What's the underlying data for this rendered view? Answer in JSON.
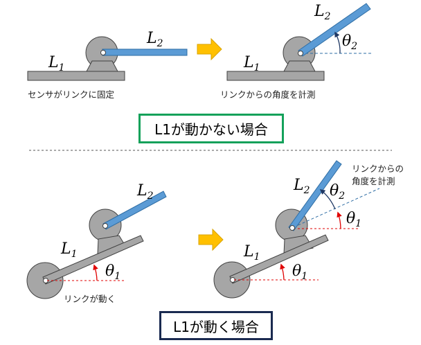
{
  "colors": {
    "gray_fill": "#a6a6a6",
    "gray_dark": "#b7b7b7",
    "stroke": "#404040",
    "link_blue": "#5b9bd5",
    "link_blue_stroke": "#2e6da4",
    "arrow_orange": "#ffc000",
    "angle_red": "#e00000",
    "angle_blue": "#1f3864",
    "box_green": "#14a15a",
    "box_navy": "#1a2a50"
  },
  "top": {
    "left": {
      "l1": "L",
      "l1_sub": "1",
      "l2": "L",
      "l2_sub": "2",
      "caption": "センサがリンクに固定"
    },
    "right": {
      "l1": "L",
      "l1_sub": "1",
      "l2": "L",
      "l2_sub": "2",
      "theta": "θ",
      "theta_sub": "2",
      "caption": "リンクからの角度を計測"
    },
    "title": "L1が動かない場合"
  },
  "bottom": {
    "left": {
      "l1": "L",
      "l1_sub": "1",
      "l2": "L",
      "l2_sub": "2",
      "theta": "θ",
      "theta_sub": "1",
      "caption": "リンクが動く"
    },
    "right": {
      "l1": "L",
      "l1_sub": "1",
      "l2": "L",
      "l2_sub": "2",
      "theta1": "θ",
      "theta1_sub": "1",
      "theta1b": "θ",
      "theta1b_sub": "1",
      "theta2": "θ",
      "theta2_sub": "2",
      "note_line1": "リンクからの",
      "note_line2": "角度を計測"
    },
    "title": "L1が動く場合"
  }
}
